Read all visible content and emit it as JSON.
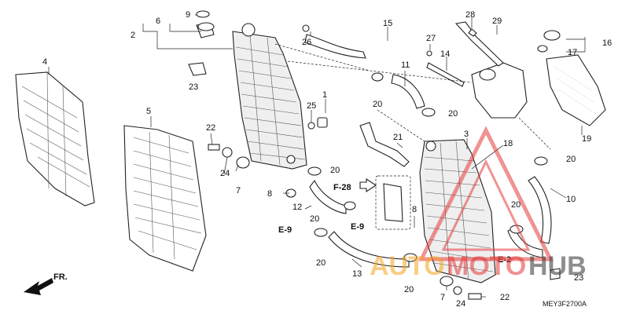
{
  "diagram": {
    "code": "MEY3F2700A",
    "direction_label": "FR.",
    "callouts": [
      "1",
      "2",
      "3",
      "4",
      "5",
      "6",
      "7",
      "8",
      "9",
      "10",
      "11",
      "12",
      "13",
      "14",
      "15",
      "16",
      "17",
      "18",
      "19",
      "20",
      "21",
      "22",
      "23",
      "24",
      "25",
      "26",
      "27",
      "28",
      "29"
    ],
    "ref_labels": [
      "F-28",
      "E-9",
      "E-9",
      "E-2"
    ]
  },
  "watermark": {
    "text_part1": "AUTO",
    "text_part2": "MOTO",
    "text_part3": "HUB",
    "color_red": "#e33a3a",
    "color_orange": "#f5a623",
    "color_dark": "#333333"
  }
}
